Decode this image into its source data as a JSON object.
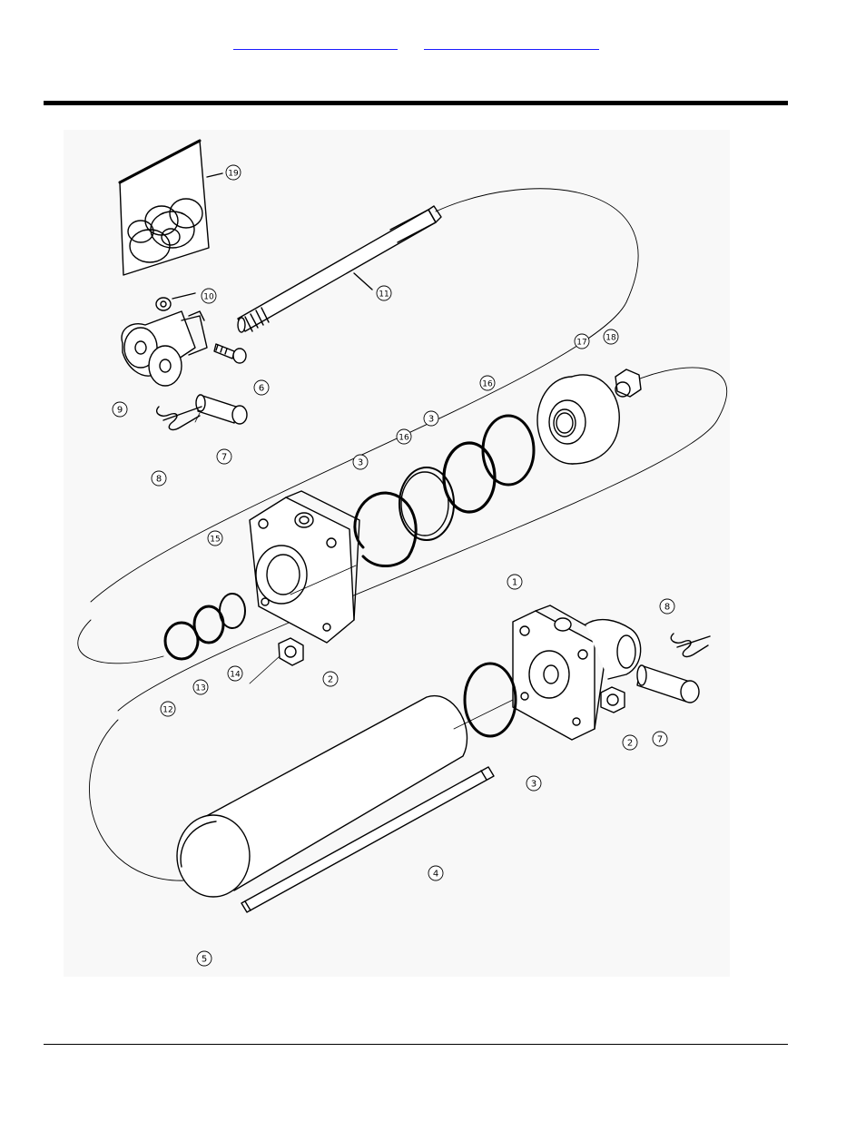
{
  "nav": {
    "link_1": "",
    "link_2": ""
  },
  "callouts": [
    "19",
    "10",
    "11",
    "6",
    "9",
    "7",
    "8",
    "17",
    "18",
    "16",
    "3",
    "16",
    "3",
    "15",
    "1",
    "8",
    "12",
    "13",
    "14",
    "2",
    "2",
    "7",
    "3",
    "4",
    "5"
  ],
  "colors": {
    "link": "#1a1aff",
    "line": "#000000",
    "panel": "#f8f8f8"
  }
}
